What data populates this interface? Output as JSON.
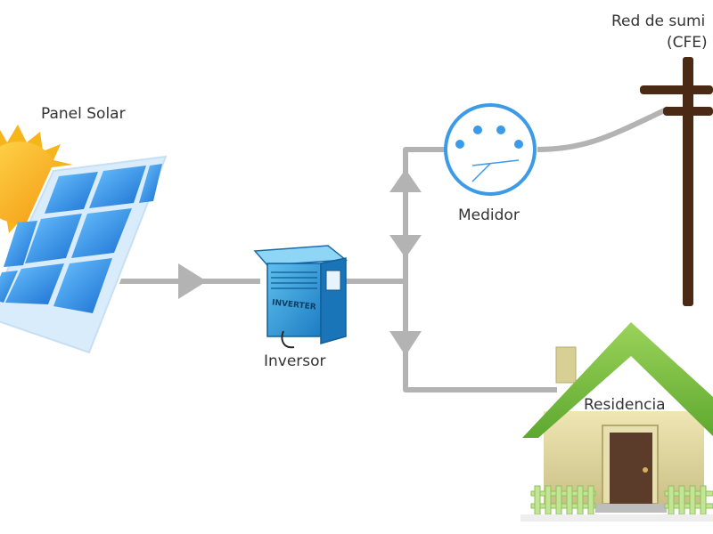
{
  "labels": {
    "panel_solar": "Panel Solar",
    "inversor": "Inversor",
    "medidor": "Medidor",
    "residencia": "Residencia",
    "red_line1": "Red de sumi",
    "red_line2": "(CFE)"
  },
  "inverter_text": "INVERTER",
  "colors": {
    "line": "#b3b3b3",
    "sun": "#f6b31a",
    "panel_blue": "#2d8fe0",
    "meter": "#3b9be8",
    "pole": "#4a2a14",
    "roof": "#7cc242",
    "wall": "#e2d9a4",
    "door": "#5b3b2a",
    "fence": "#bde28d"
  }
}
